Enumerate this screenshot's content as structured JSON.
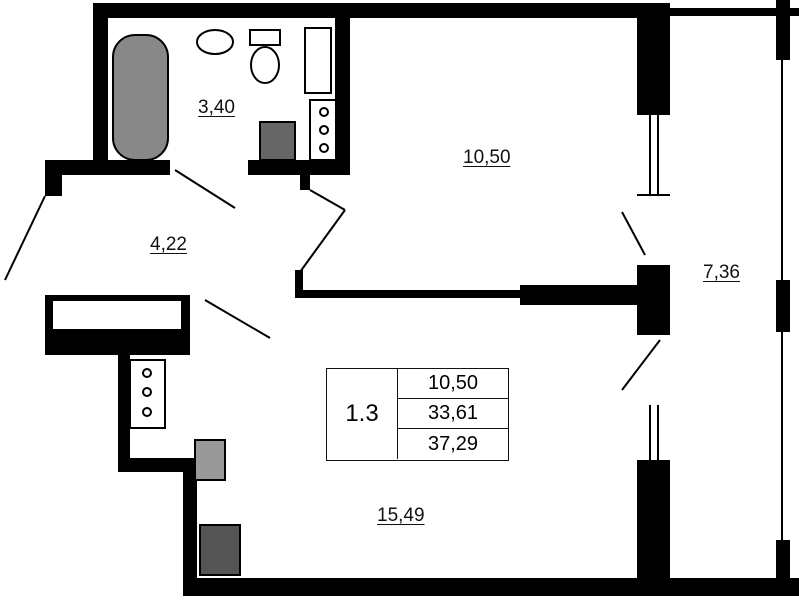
{
  "rooms": {
    "bathroom": "3,40",
    "bedroom": "10,50",
    "hall": "4,22",
    "balcony": "7,36",
    "kitchen_living": "15,49"
  },
  "summary": {
    "apartment_number": "1.3",
    "living_area": "10,50",
    "total_area": "33,61",
    "total_with_balcony": "37,29"
  },
  "colors": {
    "wall": "#000000",
    "background": "#ffffff"
  }
}
